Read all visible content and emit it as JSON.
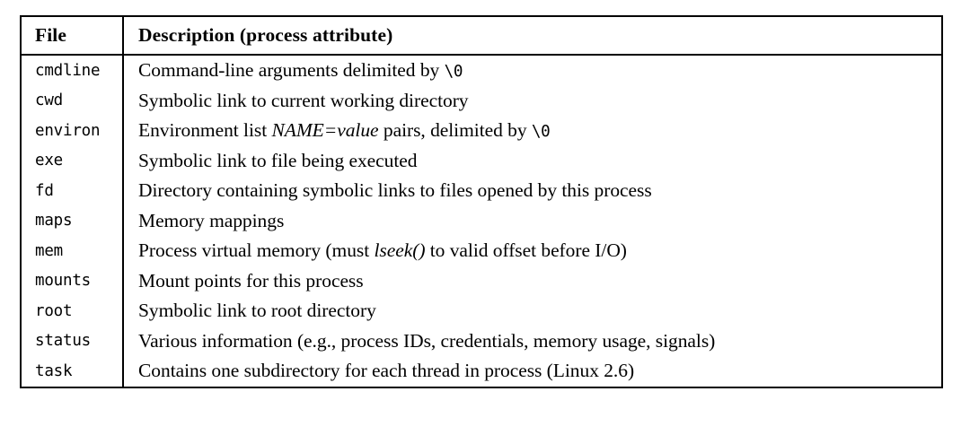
{
  "table": {
    "columns": [
      {
        "key": "file",
        "header": "File"
      },
      {
        "key": "description",
        "header": "Description (process attribute)"
      }
    ],
    "rows": [
      {
        "file": "cmdline",
        "description": "Command-line arguments delimited by \\0",
        "parts": [
          {
            "text": "Command-line arguments delimited by ",
            "style": "normal"
          },
          {
            "text": "\\0",
            "style": "mono"
          }
        ]
      },
      {
        "file": "cwd",
        "description": "Symbolic link to current working directory",
        "parts": [
          {
            "text": "Symbolic link to current working directory",
            "style": "normal"
          }
        ]
      },
      {
        "file": "environ",
        "description": "Environment list NAME=value pairs, delimited by \\0",
        "parts": [
          {
            "text": "Environment list ",
            "style": "normal"
          },
          {
            "text": "NAME=value",
            "style": "italic"
          },
          {
            "text": " pairs, delimited by ",
            "style": "normal"
          },
          {
            "text": "\\0",
            "style": "mono"
          }
        ]
      },
      {
        "file": "exe",
        "description": "Symbolic link to file being executed",
        "parts": [
          {
            "text": "Symbolic link to file being executed",
            "style": "normal"
          }
        ]
      },
      {
        "file": "fd",
        "description": "Directory containing symbolic links to files opened by this process",
        "parts": [
          {
            "text": "Directory containing symbolic links to files opened by this process",
            "style": "normal"
          }
        ]
      },
      {
        "file": "maps",
        "description": "Memory mappings",
        "parts": [
          {
            "text": "Memory mappings",
            "style": "normal"
          }
        ]
      },
      {
        "file": "mem",
        "description": "Process virtual memory (must lseek() to valid offset before I/O)",
        "parts": [
          {
            "text": "Process virtual memory (must ",
            "style": "normal"
          },
          {
            "text": "lseek()",
            "style": "italic"
          },
          {
            "text": " to valid offset before I/O)",
            "style": "normal"
          }
        ]
      },
      {
        "file": "mounts",
        "description": "Mount points for this process",
        "parts": [
          {
            "text": "Mount points for this process",
            "style": "normal"
          }
        ]
      },
      {
        "file": "root",
        "description": "Symbolic link to root directory",
        "parts": [
          {
            "text": "Symbolic link to root directory",
            "style": "normal"
          }
        ]
      },
      {
        "file": "status",
        "description": "Various information (e.g., process IDs, credentials, memory usage, signals)",
        "parts": [
          {
            "text": "Various information (e.g., process IDs, credentials, memory usage, signals)",
            "style": "normal"
          }
        ]
      },
      {
        "file": "task",
        "description": "Contains one subdirectory for each thread in process (Linux 2.6)",
        "parts": [
          {
            "text": "Contains one subdirectory for each thread in process (Linux 2.6)",
            "style": "normal"
          }
        ]
      }
    ]
  },
  "colors": {
    "page_background": "#ffffff",
    "table_background": "#ffffff",
    "border": "#000000",
    "text": "#000000"
  }
}
